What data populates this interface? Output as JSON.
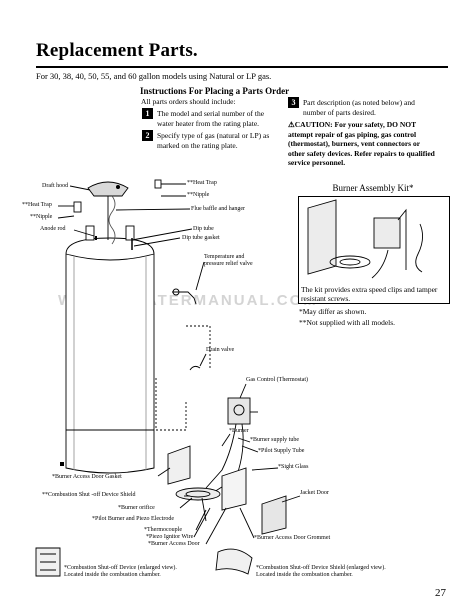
{
  "title": "Replacement Parts.",
  "subtitle": "For 30, 38, 40, 50, 55, and 60 gallon models using Natural or LP gas.",
  "instructions": {
    "heading": "Instructions For Placing a Parts Order",
    "intro": "All parts orders should include:",
    "steps": [
      {
        "num": "1",
        "text": "The model and serial number of the water heater from the rating plate."
      },
      {
        "num": "2",
        "text": "Specify type of gas (natural or LP) as marked on the rating plate."
      },
      {
        "num": "3",
        "text": "Part description (as noted below) and number of parts desired."
      }
    ],
    "caution": "CAUTION: For your safety, DO NOT attempt repair of gas piping, gas control (thermostat), burners, vent connectors or other safety devices. Refer repairs to qualified service personnel."
  },
  "kit": {
    "title": "Burner Assembly Kit*",
    "caption": "The kit provides extra speed clips and tamper resistant screws."
  },
  "notes": [
    "*May differ as shown.",
    "**Not supplied with all models."
  ],
  "labels": {
    "draft_hood": "Draft hood",
    "heat_trap_left": "**Heat Trap",
    "nipple_left": "**Nipple",
    "anode_rod": "Anode rod",
    "heat_trap_right": "**Heat Trap",
    "nipple_right": "**Nipple",
    "flue_baffle": "Flue baffle and hanger",
    "dip_tube": "Dip tube",
    "dip_tube_gasket": "Dip tube gasket",
    "tp_valve": "Temperature and pressure relief valve",
    "drain_valve": "Drain valve",
    "gas_control": "Gas Control (Thermostat)",
    "burner": "*Burner",
    "burner_supply_tube": "*Burner supply tube",
    "pilot_supply_tube": "*Pilot Supply Tube",
    "sight_glass": "*Sight Glass",
    "jacket_door": "Jacket Door",
    "burner_access_door_gasket": "*Burner Access Door Gasket",
    "combustion_shutoff_shield": "**Combustion Shut -off Device Shield",
    "burner_orifice": "*Burner  orifice",
    "pilot_burner": "*Pilot Burner and Piezo Electrode",
    "thermocouple": "*Thermocouple",
    "piezo_wire": "*Piezo Ignitor Wire",
    "burner_access_door": "*Burner Access Door",
    "burner_access_door_grommet": "*Burner Access Door Grommet",
    "combustion_device": "*Combustion Shut-off Device (enlarged view). Located inside the combustion chamber.",
    "combustion_shield": "*Combustion Shut-off Device Shield (enlarged view). Located inside the combustion chamber."
  },
  "watermark": "WATERHEATERMANUAL.COM",
  "page_number": "27"
}
